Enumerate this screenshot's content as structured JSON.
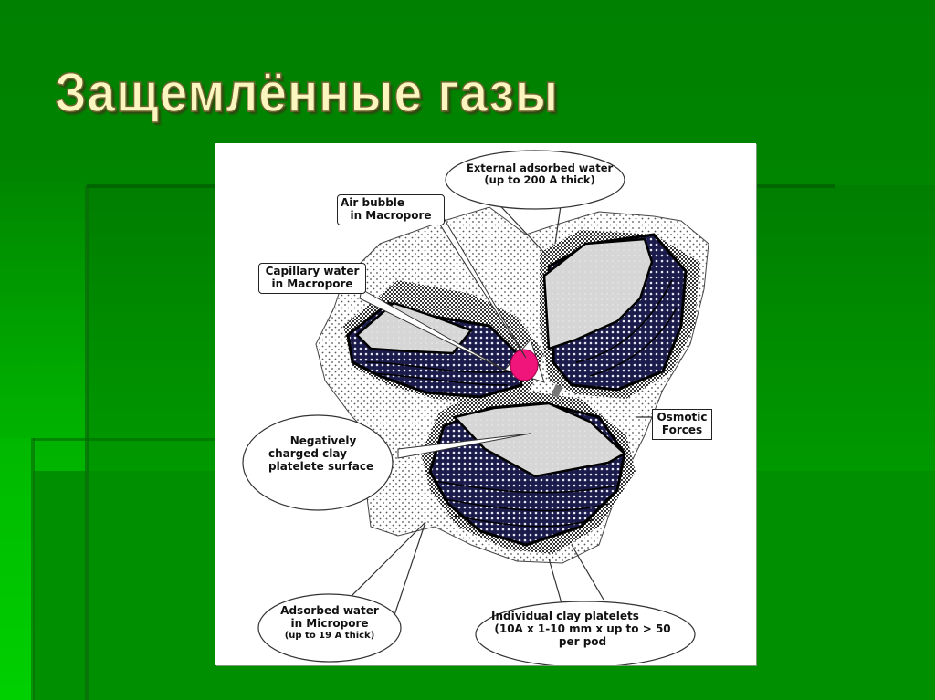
{
  "slide": {
    "title": "Защемлённые газы",
    "colors": {
      "background": "#008400",
      "title_fill": "#fbf6c0",
      "figure_background": "#ffffff",
      "air_bubble": "#f0157a",
      "clay_platelets": "#1a1a4a",
      "clay_surface": "#d8d8d8"
    }
  },
  "diagram": {
    "labels": {
      "external_water": {
        "line1": "External adsorbed water",
        "line2": "(up to 200 A thick)"
      },
      "air_bubble": {
        "line1": "Air bubble",
        "line2": "in Macropore"
      },
      "capillary_water": {
        "line1": "Capillary water",
        "line2": "in Macropore"
      },
      "negative_surface": {
        "line1": "Negatively",
        "line2": "charged clay",
        "line3": "platelete surface"
      },
      "osmotic": {
        "line1": "Osmotic",
        "line2": "Forces"
      },
      "micropore_water": {
        "line1": "Adsorbed water",
        "line2": "in Micropore",
        "line3": "(up to 19 A thick)"
      },
      "individual_platelets": {
        "line1": "Individual clay platelets",
        "line2": "(10A x 1-10 mm x up to > 50",
        "line3": "per pod"
      }
    }
  }
}
